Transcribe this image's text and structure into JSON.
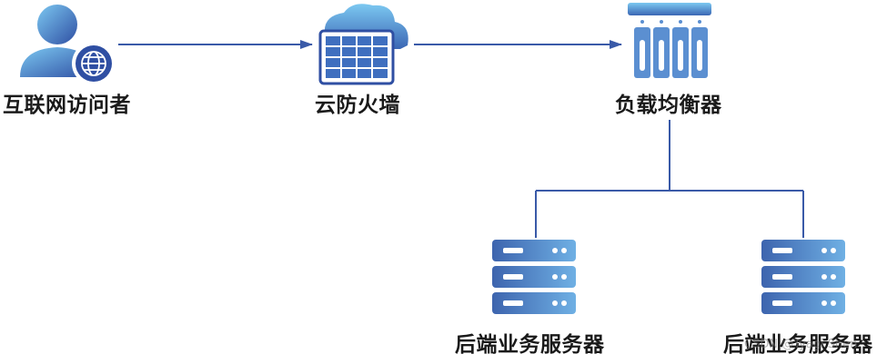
{
  "nodes": {
    "visitor": {
      "label": "互联网访问者"
    },
    "firewall": {
      "label": "云防火墙"
    },
    "load_balancer": {
      "label": "负载均衡器"
    },
    "server_left": {
      "label": "后端业务服务器"
    },
    "server_right": {
      "label": "后端业务服务器"
    }
  },
  "watermark": "CSDN @Tyagi Shen",
  "colors": {
    "line": "#3a5aa8",
    "icon_light": "#6fc0ee",
    "icon_dark": "#2f4fa3",
    "server_face": "#4a7fc4",
    "led": "#ffffff"
  }
}
